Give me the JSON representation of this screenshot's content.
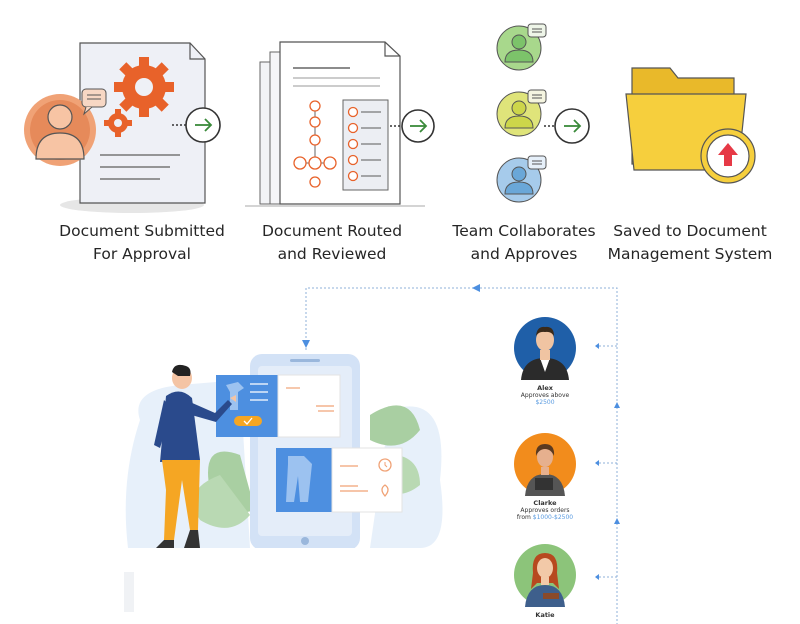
{
  "steps": [
    {
      "line1": "Document Submitted",
      "line2": "For Approval"
    },
    {
      "line1": "Document Routed",
      "line2": "and Reviewed"
    },
    {
      "line1": "Team Collaborates",
      "line2": "and Approves"
    },
    {
      "line1": "Saved to Document",
      "line2": "Management System"
    }
  ],
  "approvers": [
    {
      "name": "Alex",
      "rule": "Approves above",
      "amount": "$2500",
      "rule2": ""
    },
    {
      "name": "Clarke",
      "rule": "Approves orders",
      "rule2": "from",
      "amount": "$1000-$2500"
    },
    {
      "name": "Katie",
      "rule": "",
      "rule2": "",
      "amount": ""
    }
  ],
  "colors": {
    "orange": "#e8622a",
    "accent_blue": "#4d8fe0",
    "folder_yellow": "#f6cf3d",
    "green_person": "#7cc36a",
    "yellow_person": "#cdd64a",
    "blue_person": "#6aa7d8"
  }
}
